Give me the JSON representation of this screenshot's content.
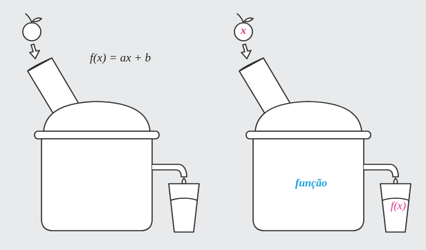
{
  "diagram": {
    "formula": "f(x) = ax + b",
    "input_label": "x",
    "machine_label": "função",
    "output_label": "f(x)",
    "colors": {
      "background": "#e9eaeb",
      "outline": "#2a2a2a",
      "fill": "#ffffff",
      "label_pink": "#e0328c",
      "label_blue": "#1aa0d8"
    },
    "icons": [
      "fruit-icon",
      "down-arrow-icon",
      "pot-machine-icon",
      "drip-icon",
      "glass-icon"
    ]
  }
}
